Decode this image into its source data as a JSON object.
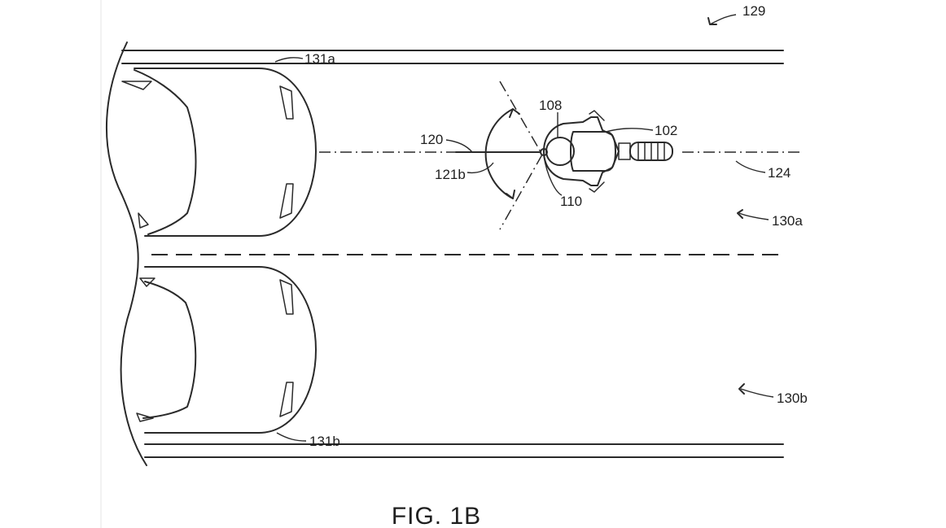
{
  "figure": {
    "caption": "FIG. 1B"
  },
  "labels": {
    "figure_ref": "129",
    "vehicle_rear": "131a",
    "vehicle_adjacent": "131b",
    "motorcycle": "102",
    "rider": "108",
    "sensor_line": "120",
    "field_of_view": "121b",
    "sensor": "110",
    "axis": "124",
    "lane_current": "130a",
    "lane_adjacent": "130b"
  },
  "colors": {
    "line": "#2a2a2a",
    "background": "#ffffff"
  }
}
